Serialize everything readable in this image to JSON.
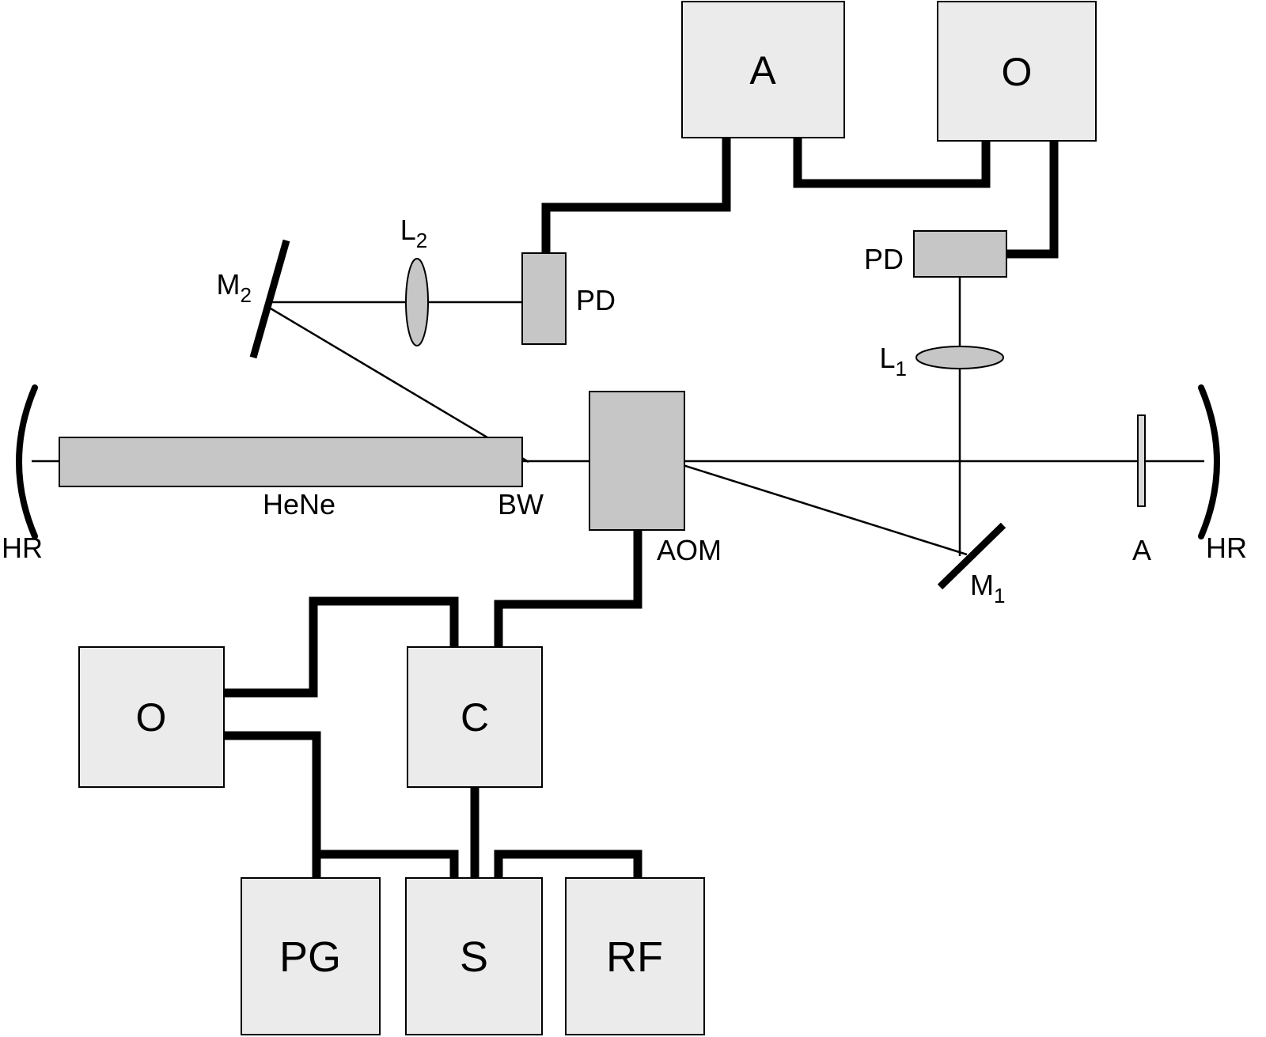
{
  "diagram": {
    "instruments": {
      "amplifier_top": {
        "label": "A"
      },
      "oscilloscope_top": {
        "label": "O"
      },
      "oscilloscope_bottom": {
        "label": "O"
      },
      "counter": {
        "label": "C"
      },
      "pulse_generator": {
        "label": "PG"
      },
      "synthesizer": {
        "label": "S"
      },
      "rf_source": {
        "label": "RF"
      }
    },
    "optics": {
      "pd_left": {
        "label": "PD"
      },
      "pd_right": {
        "label": "PD"
      },
      "lens_l2": {
        "base": "L",
        "sub": "2"
      },
      "lens_l1": {
        "base": "L",
        "sub": "1"
      },
      "mirror_m2": {
        "base": "M",
        "sub": "2"
      },
      "mirror_m1": {
        "base": "M",
        "sub": "1"
      },
      "laser_tube": {
        "label": "HeNe"
      },
      "brewster_window": {
        "label": "BW"
      },
      "aom": {
        "label": "AOM"
      },
      "hr_left": {
        "label": "HR"
      },
      "hr_right": {
        "label": "HR"
      },
      "aperture": {
        "label": "A"
      }
    },
    "colors": {
      "background": "#ffffff",
      "box_fill": "#ebebeb",
      "component_fill": "#c6c6c6",
      "aperture_fill": "#d9d9d9",
      "line": "#000000"
    }
  }
}
